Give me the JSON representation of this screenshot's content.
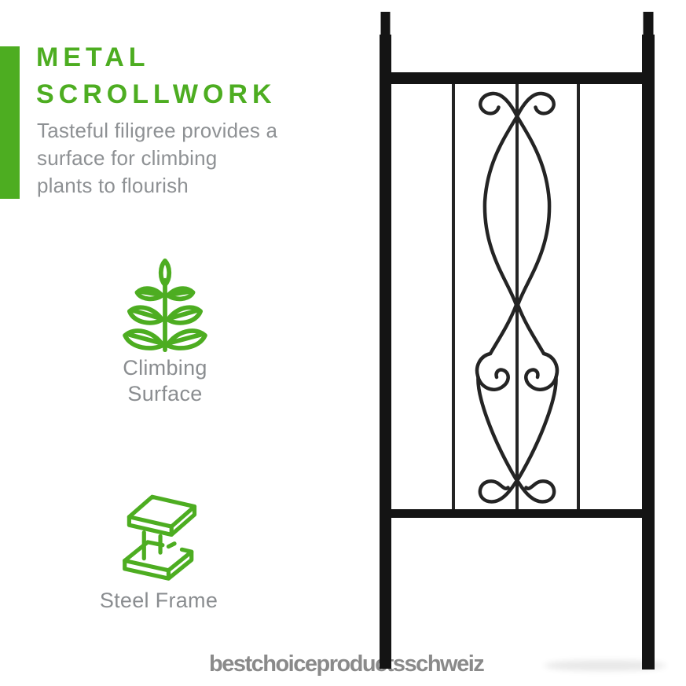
{
  "colors": {
    "brand_green": "#4dad21",
    "body_text_gray": "#8e9194",
    "watermark_gray": "#8a8a8a",
    "trellis_black": "#141414"
  },
  "header": {
    "title_line1": "METAL",
    "title_line2": "SCROLLWORK",
    "subtitle_line1": "Tasteful filigree provides a",
    "subtitle_line2": "surface for climbing",
    "subtitle_line3": "plants to flourish"
  },
  "features": [
    {
      "icon": "climbing-plant-icon",
      "label_line1": "Climbing",
      "label_line2": "Surface"
    },
    {
      "icon": "steel-beam-icon",
      "label_line1": "Steel Frame"
    }
  ],
  "watermark": {
    "text": "bestchoiceproductsschweiz"
  }
}
